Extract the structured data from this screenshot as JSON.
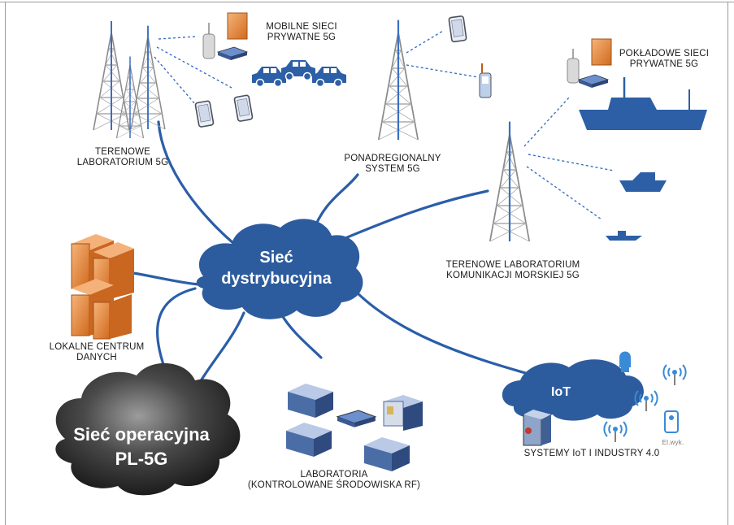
{
  "clouds": {
    "distribution_line1": "Sieć",
    "distribution_line2": "dystrybucyjna",
    "operational_line1": "Sieć operacyjna",
    "operational_line2": "PL-5G",
    "iot": "IoT"
  },
  "labels": {
    "mobile_private_line1": "MOBILNE SIECI",
    "mobile_private_line2": "PRYWATNE 5G",
    "field_lab_line1": "TERENOWE",
    "field_lab_line2": "LABORATORIUM 5G",
    "supraregional_line1": "PONADREGIONALNY",
    "supraregional_line2": "SYSTEM 5G",
    "onboard_line1": "POKŁADOWE SIECI",
    "onboard_line2": "PRYWATNE 5G",
    "maritime_line1": "TERENOWE LABORATORIUM",
    "maritime_line2": "KOMUNIKACJI MORSKIEJ 5G",
    "datacenter_line1": "LOKALNE CENTRUM",
    "datacenter_line2": "DANYCH",
    "labs_line1": "LABORATORIA",
    "labs_line2": "(KONTROLOWANE ŚRODOWISKA RF)",
    "iot_systems": "SYSTEMY IoT I INDUSTRY 4.0",
    "elwyk": "El.wyk."
  },
  "colors": {
    "network_blue": "#2a5ea8",
    "cloud_blue": "#2d5c9e",
    "server_orange": "#e8883a",
    "tower_gray": "#8a8a8a",
    "dark_cloud": "#2f2f2f"
  }
}
